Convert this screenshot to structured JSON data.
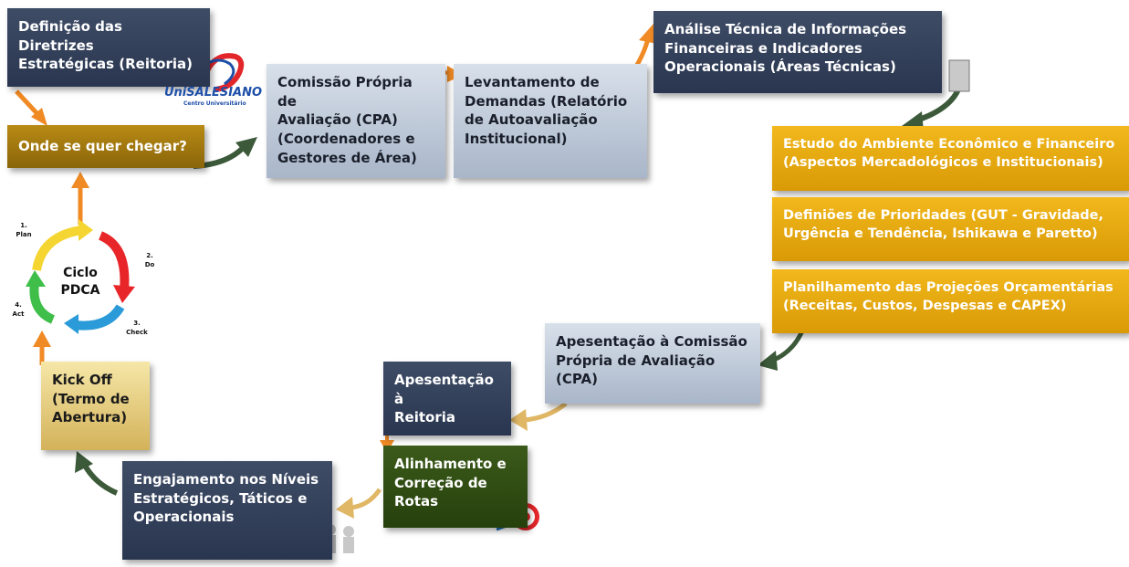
{
  "boxes": {
    "diretrizes": "Definição das Diretrizes\nEstratégicas (Reitoria)",
    "onde_chegar": "Onde se quer chegar?",
    "cpa": "Comissão Própria de\nAvaliação (CPA)\n(Coordenadores e\nGestores de Área)",
    "levantamento": "Levantamento de\nDemandas (Relatório\nde Autoavaliação\nInstitucional)",
    "analise": "Análise Técnica de Informações\nFinanceiras e Indicadores\nOperacionais (Áreas Técnicas)",
    "estudo": "Estudo do Ambiente Econômico e Financeiro\n(Aspectos Mercadológicos e Institucionais)",
    "prioridades": "Definiões de Prioridades (GUT - Gravidade,\nUrgência e Tendência, Ishikawa e Paretto)",
    "planilhamento": "Planilhamento das Projeções Orçamentárias\n(Receitas, Custos, Despesas e CAPEX)",
    "apres_cpa": "Apesentação à Comissão\nPrópria de Avaliação\n(CPA)",
    "apres_reitoria": "Apesentação à\nReitoria",
    "alinhamento": "Alinhamento e\nCorreção de\nRotas",
    "engajamento": "Engajamento nos Níveis\nEstratégicos, Táticos e\nOperacionais",
    "kickoff": "Kick Off\n(Termo de\nAbertura)"
  },
  "logo": {
    "name": "UniSALESIANO",
    "subtitle": "Centro Universitário"
  },
  "pdca": {
    "title_line1": "Ciclo",
    "title_line2": "PDCA",
    "step1_num": "1.",
    "step1": "Plan",
    "step2_num": "2.",
    "step2": "Do",
    "step3_num": "3.",
    "step3": "Check",
    "step4_num": "4.",
    "step4": "Act"
  },
  "colors": {
    "navy": "#2f3b55",
    "gold": "#e8a80f",
    "olive": "#a37a10",
    "green": "#2f4a13",
    "orange_arrow": "#f08a24",
    "green_arrow": "#3c5a3a",
    "tan_arrow": "#e0b765"
  }
}
